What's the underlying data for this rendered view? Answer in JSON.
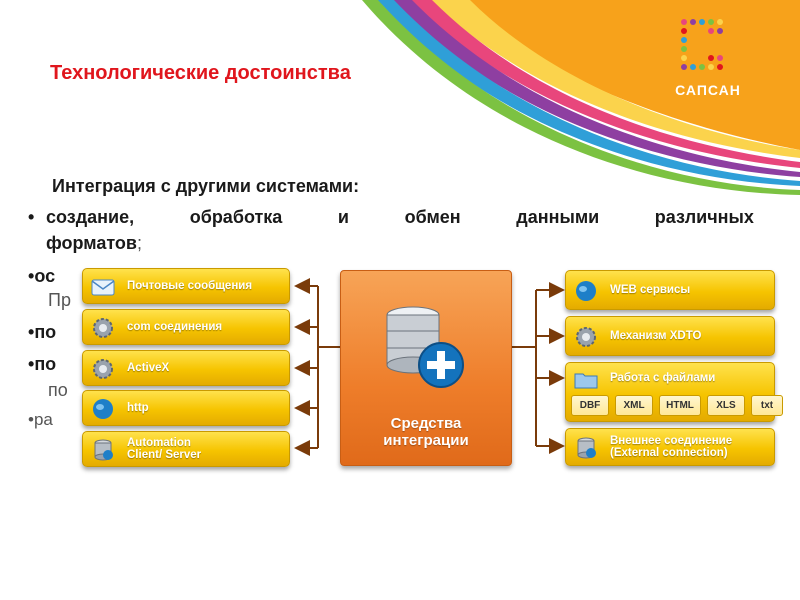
{
  "slide": {
    "title": "Технологические достоинства",
    "logo_text": "САПСАН",
    "subtitle": "Интеграция с другими системами:",
    "bullet_marker": "•",
    "bullet1_words": [
      "создание,",
      "обработка",
      "и",
      "обмен",
      "данными",
      "различных"
    ],
    "bullet1_line2_bold": "форматов",
    "bullet1_line2_tail": ";",
    "partial_items": {
      "item2_start": "ос",
      "item2_line2_start": "Пр",
      "item3_start": "по",
      "item4_start": "по",
      "item4_line2_start": "по",
      "item5_start": "ра"
    }
  },
  "diagram": {
    "center_label": [
      "Средства",
      "интеграции"
    ],
    "left_items": [
      {
        "label": [
          "Почтовые сообщения"
        ],
        "icon": "mail-icon"
      },
      {
        "label": [
          "com соединения"
        ],
        "icon": "gear-icon"
      },
      {
        "label": [
          "ActiveX"
        ],
        "icon": "gear-icon"
      },
      {
        "label": [
          "http"
        ],
        "icon": "globe-icon"
      },
      {
        "label": [
          "Automation",
          "Client/ Server"
        ],
        "icon": "server-icon"
      }
    ],
    "right_items": [
      {
        "label": [
          "WEB сервисы"
        ],
        "icon": "globe-icon"
      },
      {
        "label": [
          "Механизм XDTO"
        ],
        "icon": "gear-icon"
      },
      {
        "label": [
          "Работа с файлами"
        ],
        "icon": "folder-icon"
      },
      {
        "label": [
          "Внешнее соединение",
          "(External connection)"
        ],
        "icon": "server-icon"
      }
    ],
    "file_formats": [
      "DBF",
      "XML",
      "HTML",
      "XLS",
      "txt"
    ],
    "colors": {
      "card": "#f6c400",
      "center": "#ee7d2a",
      "arrow": "#7a3b0a",
      "title": "#e0161d"
    }
  }
}
